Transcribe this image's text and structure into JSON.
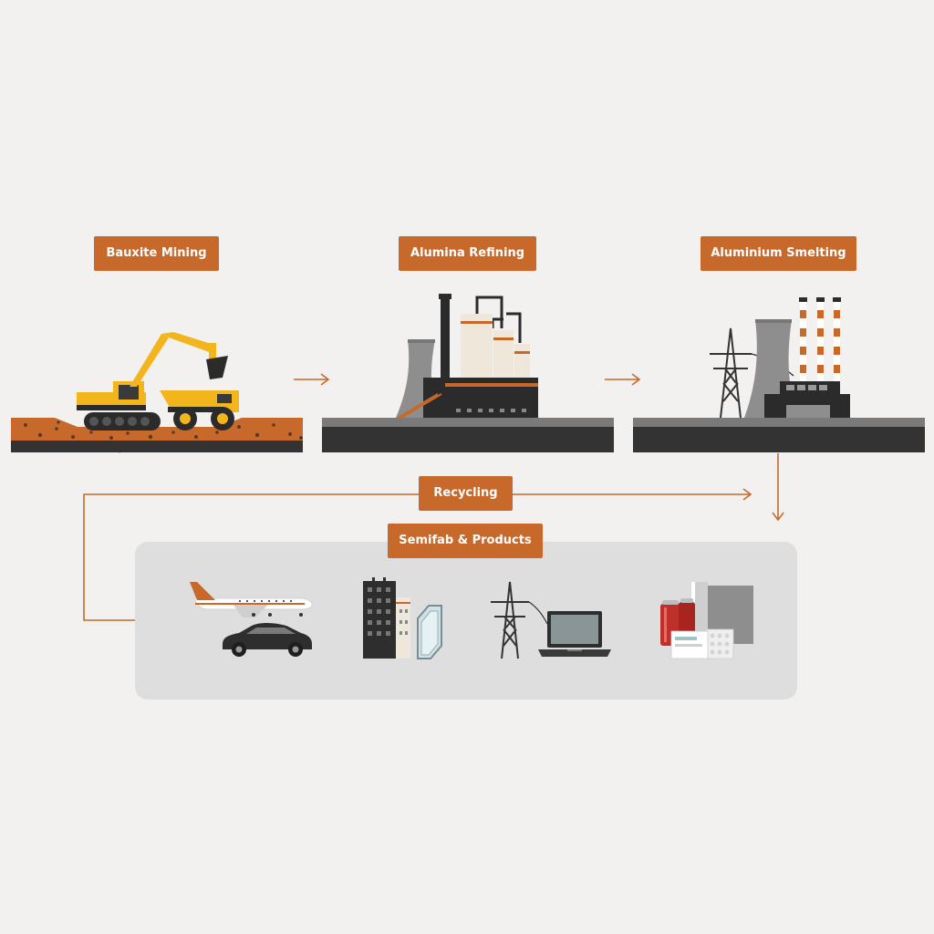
{
  "stages": {
    "mining": "Bauxite Mining",
    "refining": "Alumina Refining",
    "smelting": "Aluminium Smelting"
  },
  "loop": {
    "recycling": "Recycling",
    "semifab": "Semifab & Products"
  },
  "colors": {
    "accent": "#c8692c",
    "background": "#f2f1f0",
    "ground": "#333333",
    "panel": "#dedede",
    "machine_yellow": "#f2b51c"
  },
  "icons": [
    "excavator-icon",
    "dump-truck-icon",
    "refinery-icon",
    "cooling-tower-icon",
    "power-pylon-icon",
    "smelter-icon",
    "airplane-icon",
    "car-icon",
    "building-icon",
    "window-glass-icon",
    "laptop-icon",
    "soda-can-icon",
    "foil-sheet-icon",
    "blister-pack-icon"
  ]
}
